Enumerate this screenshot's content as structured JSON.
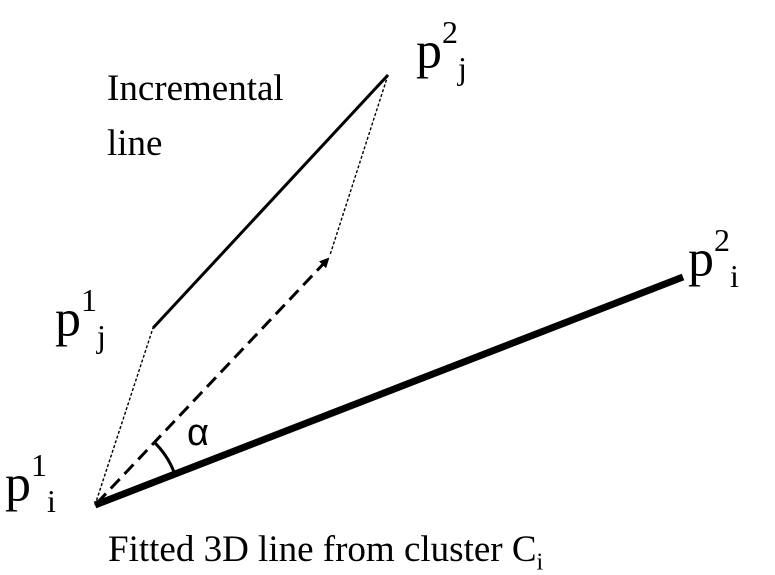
{
  "labels": {
    "p1j": {
      "base": "p",
      "sup": "1",
      "sub": "j"
    },
    "p2j": {
      "base": "p",
      "sup": "2",
      "sub": "j"
    },
    "p1i": {
      "base": "p",
      "sup": "1",
      "sub": "i"
    },
    "p2i": {
      "base": "p",
      "sup": "2",
      "sub": "i"
    },
    "incremental_line_1": "Incremental",
    "incremental_line_2": "line",
    "alpha": "α",
    "fitted_caption": "Fitted 3D line from cluster C",
    "fitted_caption_sub": "i"
  },
  "colors": {
    "stroke": "#000000",
    "background": "#ffffff"
  }
}
